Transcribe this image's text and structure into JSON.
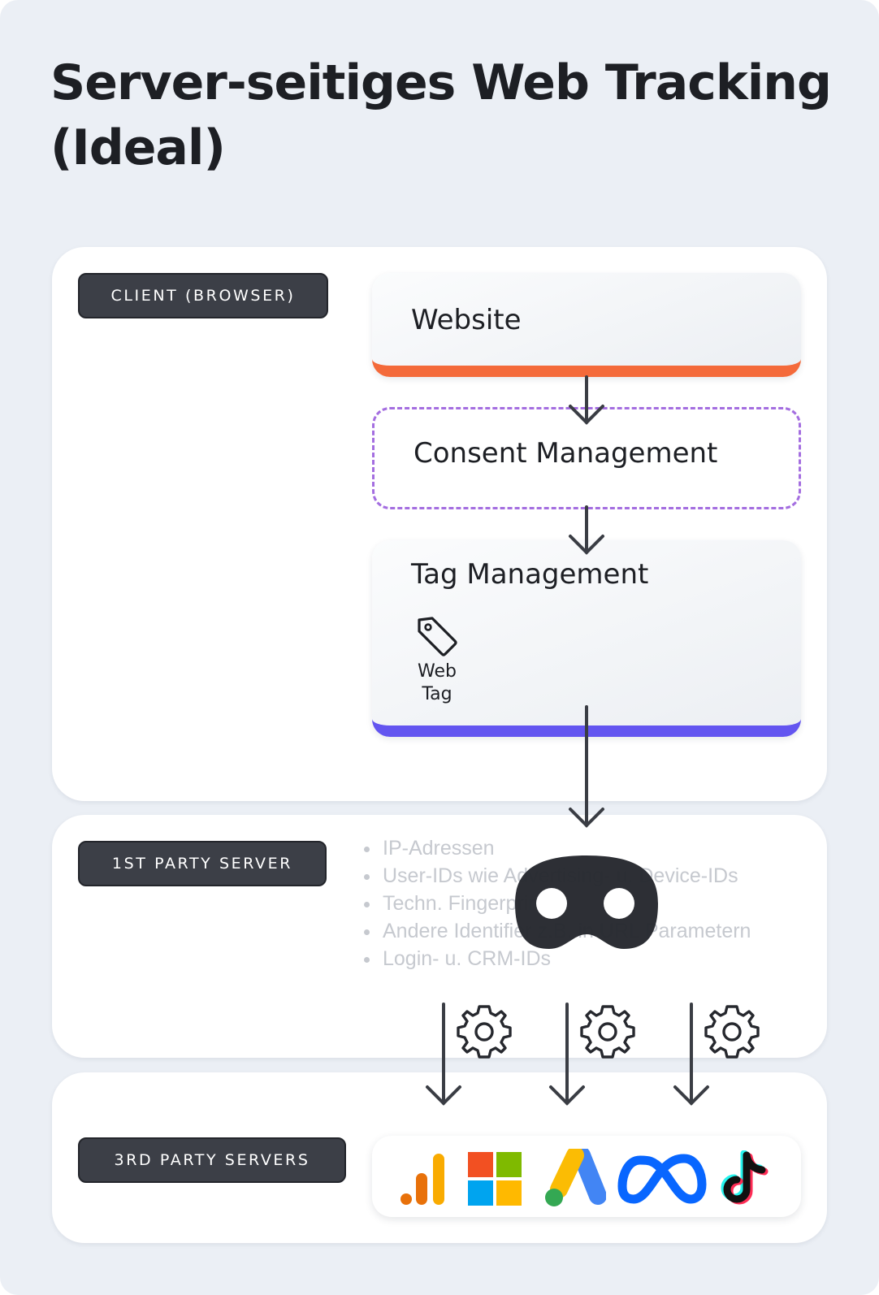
{
  "title": "Server-seitiges Web Tracking (Ideal)",
  "client": {
    "badge": "CLIENT (BROWSER)",
    "website_label": "Website",
    "consent_label": "Consent Management",
    "tag_label": "Tag Management",
    "web_tag_label": "Web Tag",
    "website_color": "#f46a3a",
    "consent_border_color": "#a46ee0",
    "tag_color": "#6355f0"
  },
  "first_party": {
    "badge": "1ST PARTY SERVER",
    "identifiers": [
      "IP-Adressen",
      "User-IDs wie Advertising- u. Device-IDs",
      "Techn. Fingerprints",
      "Andere Identifier z.B. in URL Parametern",
      "Login- u. CRM-IDs"
    ],
    "overlay_icon": "mask-icon"
  },
  "third_party": {
    "badge": "3RD PARTY SERVERS",
    "logos": [
      "google-analytics-logo",
      "microsoft-logo",
      "google-ads-logo",
      "meta-logo",
      "tiktok-logo"
    ]
  },
  "icons": {
    "arrow": "arrow-down-icon",
    "processing": "gear-icon",
    "tag": "tag-icon"
  }
}
